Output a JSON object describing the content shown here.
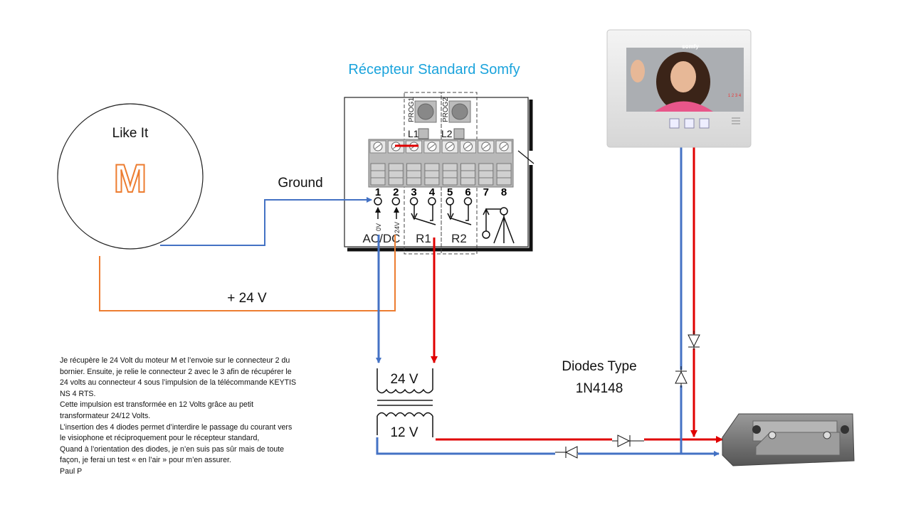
{
  "motor": {
    "label": "Like It",
    "logo": "M"
  },
  "receiver": {
    "title": "Récepteur Standard Somfy",
    "prog1": "PROG1",
    "prog2": "PROG2",
    "led1": "L1",
    "led2": "L2",
    "terminals": [
      "1",
      "2",
      "3",
      "4",
      "5",
      "6",
      "7",
      "8"
    ],
    "v0": "0V",
    "v24": "24V",
    "acdc": "AC/DC",
    "r1": "R1",
    "r2": "R2"
  },
  "wires": {
    "ground": "Ground",
    "plus24": "+ 24 V"
  },
  "transformer": {
    "primary": "24 V",
    "secondary": "12 V"
  },
  "diodes": {
    "line1": "Diodes Type",
    "line2": "1N4148"
  },
  "videophone": {
    "brand": "somfy",
    "buttons": "1 2 3 4"
  },
  "note": [
    "Je récupère le 24 Volt du moteur  M et l’envoie sur le connecteur 2 du",
    "bornier. Ensuite, je relie le connecteur 2 avec le 3 afin de récupérer le",
    "24 volts au connecteur 4 sous l’impulsion de la télécommande KEYTIS",
    "NS 4 RTS.",
    "Cette  impulsion est transformée en 12 Volts grâce au petit",
    "transformateur 24/12 Volts.",
    "L’insertion des 4 diodes permet  d’interdire le passage du courant vers",
    "le visiophone et réciproquement pour le récepteur  standard,",
    "Quand à l’orientation des diodes, je n’en suis pas sûr mais de toute",
    "façon, je ferai un test « en l’air » pour m’en assurer.",
    "Paul P"
  ],
  "colors": {
    "title": "#1aa3dc",
    "ground_wire": "#4472c4",
    "plus_wire": "#ed7d31",
    "signal_wire": "#e00000",
    "motor_logo": "#ed7d31"
  }
}
